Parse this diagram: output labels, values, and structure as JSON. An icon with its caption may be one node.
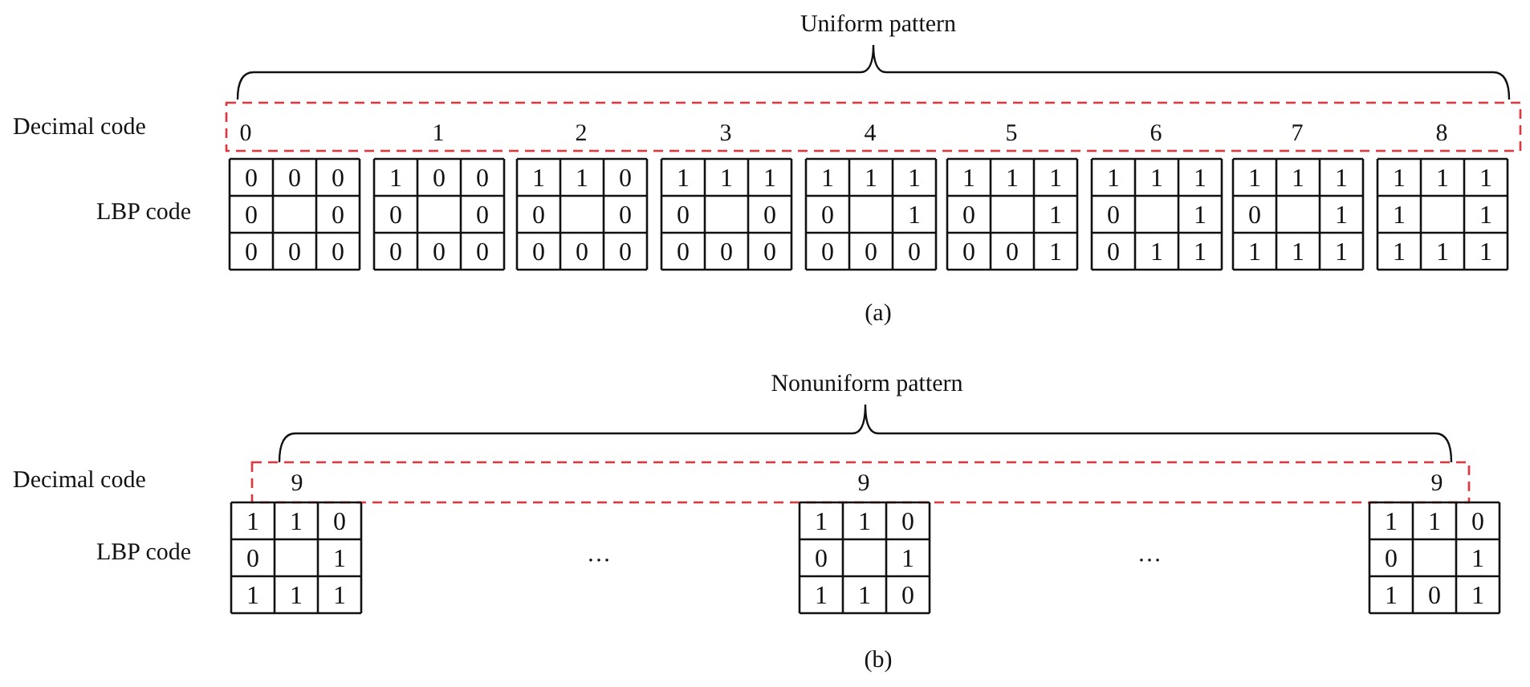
{
  "diagram": {
    "labels": [
      "Uniform pattern",
      "Decimal code",
      "0",
      "1",
      "2",
      "3",
      "4",
      "5",
      "6",
      "7",
      "8",
      "LBP code",
      "0",
      "0",
      "0",
      "0",
      "0",
      "0",
      "0",
      "0",
      "1",
      "0",
      "0",
      "0",
      "0",
      "0",
      "0",
      "0",
      "1",
      "1",
      "0",
      "0",
      "0",
      "0",
      "0",
      "0",
      "1",
      "1",
      "1",
      "0",
      "0",
      "0",
      "0",
      "0",
      "1",
      "1",
      "1",
      "0",
      "1",
      "0",
      "0",
      "0",
      "1",
      "1",
      "1",
      "0",
      "1",
      "0",
      "0",
      "1",
      "1",
      "1",
      "1",
      "0",
      "1",
      "0",
      "1",
      "1",
      "1",
      "1",
      "1",
      "0",
      "1",
      "1",
      "1",
      "1",
      "1",
      "1",
      "1",
      "1",
      "1",
      "1",
      "1",
      "1",
      "(a)",
      "Nonuniform pattern",
      "Decimal code",
      "9",
      "9",
      "9",
      "LBP code",
      "1",
      "1",
      "0",
      "0",
      "1",
      "1",
      "1",
      "1",
      "…",
      "1",
      "1",
      "0",
      "0",
      "1",
      "1",
      "1",
      "0",
      "…",
      "1",
      "1",
      "0",
      "0",
      "1",
      "1",
      "0",
      "1",
      "(b)"
    ]
  }
}
